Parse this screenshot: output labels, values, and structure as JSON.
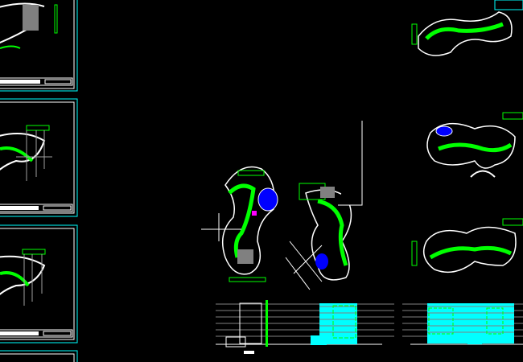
{
  "canvas": {
    "background": "#000000"
  },
  "colors": {
    "frame": "#00ffff",
    "line": "#ffffff",
    "dim": "#00ff00",
    "grid": "#a0a0a0",
    "fill_cyan": "#00ffff",
    "accent_blue": "#0000ff",
    "accent_magenta": "#ff00ff",
    "accent_red": "#ff0000",
    "accent_yellow": "#ffff00"
  },
  "layout_sheets": 4,
  "floor_plans": 6,
  "elevations": 3
}
